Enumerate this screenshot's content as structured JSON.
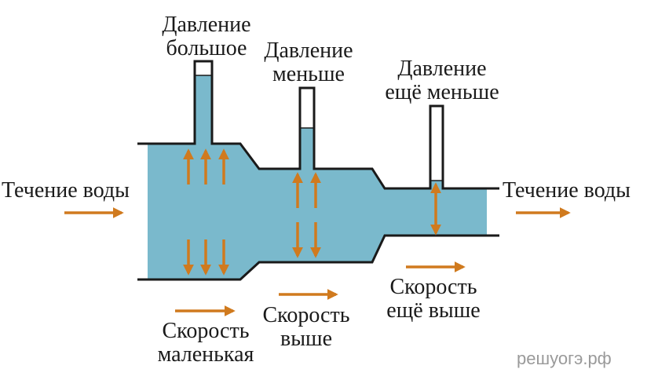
{
  "labels": {
    "pressure_high": [
      "Давление",
      "большое"
    ],
    "pressure_lower": [
      "Давление",
      "меньше"
    ],
    "pressure_lowest": [
      "Давление",
      "ещё меньше"
    ],
    "flow_in": "Течение воды",
    "flow_out": "Течение воды",
    "speed_low": [
      "Скорость",
      "маленькая"
    ],
    "speed_higher": [
      "Скорость",
      "выше"
    ],
    "speed_highest": [
      "Скорость",
      "ещё выше"
    ]
  },
  "watermark": "решуогэ.рф",
  "colors": {
    "water": "#7ab9cc",
    "outline": "#1a1a1a",
    "arrow": "#d07a1e"
  }
}
